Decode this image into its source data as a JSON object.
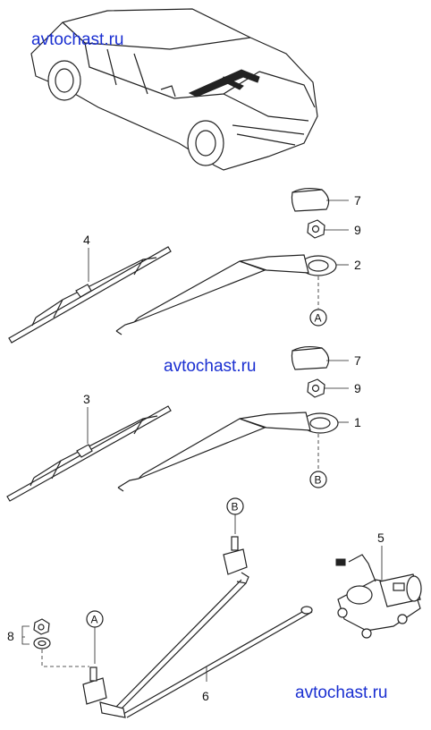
{
  "watermarks": [
    "avtochast.ru",
    "avtochast.ru",
    "avtochast.ru"
  ],
  "callouts": {
    "c7a": "7",
    "c9a": "9",
    "c2": "2",
    "c4": "4",
    "c7b": "7",
    "c9b": "9",
    "c1": "1",
    "c3": "3",
    "c5": "5",
    "c8": "8",
    "c6": "6"
  },
  "connectors": {
    "a_top": "A",
    "b_mid": "B",
    "b_link": "B",
    "a_link": "A"
  },
  "colors": {
    "watermark": "#1a2fd1",
    "ink": "#222222"
  }
}
